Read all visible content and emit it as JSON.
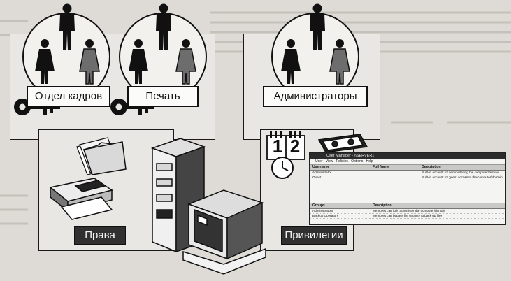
{
  "groups": {
    "hr": "Отдел кадров",
    "print": "Печать",
    "admins": "Администраторы"
  },
  "panels": {
    "rights": "Права",
    "privileges": "Привилегии"
  },
  "clock_digits": [
    "1",
    "2"
  ],
  "user_manager": {
    "title": "User Manager - \\\\SERVER1",
    "menu": [
      "User",
      "View",
      "Policies",
      "Options",
      "Help"
    ],
    "users_columns": [
      "Username",
      "Full Name",
      "Description"
    ],
    "users": [
      {
        "username": "Administrator",
        "full_name": "",
        "description": "Built-in account for administering the computer/domain"
      },
      {
        "username": "Guest",
        "full_name": "",
        "description": "Built-in account for guest access to the computer/domain"
      }
    ],
    "groups_columns": [
      "Groups",
      "Description"
    ],
    "groups": [
      {
        "name": "Administrators",
        "description": "Members can fully administer the computer/domain"
      },
      {
        "name": "Backup Operators",
        "description": "Members can bypass file security to back up files"
      }
    ]
  }
}
